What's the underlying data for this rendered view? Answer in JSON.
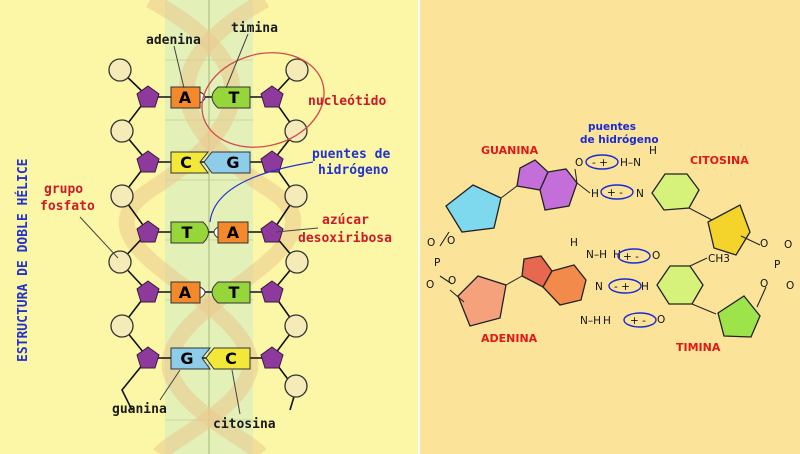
{
  "left": {
    "vertical_title": "ESTRUCTURA DE DOBLE HÉLICE",
    "labels": {
      "adenina": "adenina",
      "timina": "timina",
      "nucleotido": "nucleótido",
      "puentes": [
        "puentes de",
        "hidrógeno"
      ],
      "grupo_fosfato": [
        "grupo",
        "fosfato"
      ],
      "azucar": [
        "azúcar",
        "desoxiribosa"
      ],
      "guanina": "guanina",
      "citosina": "citosina"
    },
    "base_pairs": [
      {
        "left": "A",
        "right": "T"
      },
      {
        "left": "C",
        "right": "G"
      },
      {
        "left": "T",
        "right": "A"
      },
      {
        "left": "A",
        "right": "T"
      },
      {
        "left": "G",
        "right": "C"
      }
    ]
  },
  "right": {
    "labels": {
      "guanina": "GUANINA",
      "citosina": "CITOSINA",
      "adenina": "ADENINA",
      "timina": "TIMINA",
      "puentes": [
        "puentes",
        "de hidrógeno"
      ]
    },
    "atoms": {
      "O": "O",
      "N": "N",
      "H": "H",
      "P": "P",
      "HN": "H–N",
      "NH": "N–H",
      "NHdash": "–N",
      "ch3": "CH3",
      "charge": "+ -",
      "charge_rev": "- +"
    }
  }
}
